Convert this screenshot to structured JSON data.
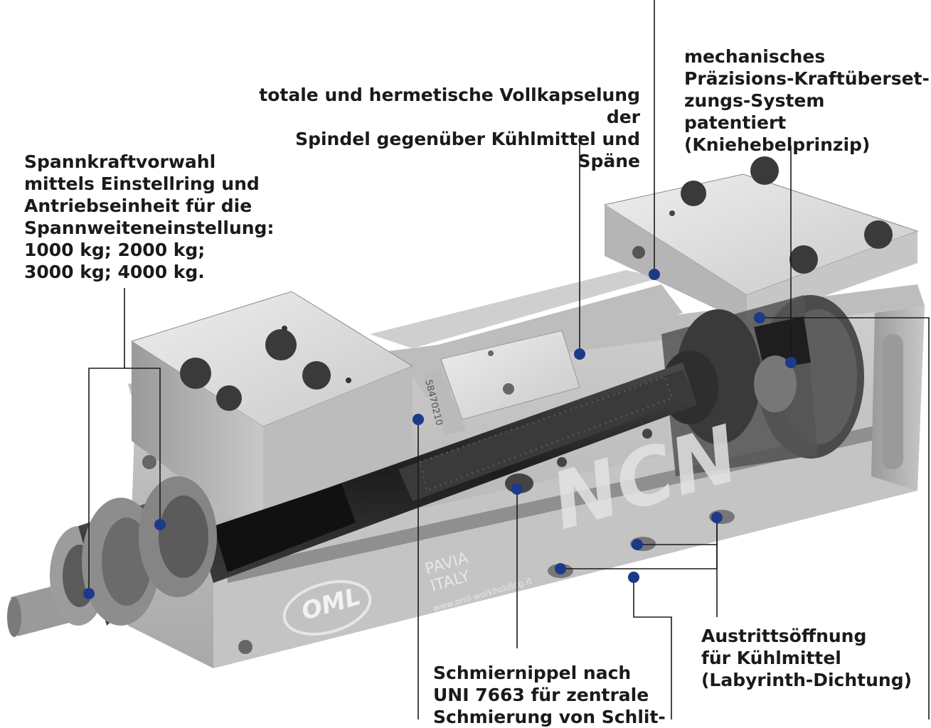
{
  "annotations": {
    "spannkraft": "Spannkraftvorwahl\nmittels Einstellring und\nAntriebseinheit für die\nSpannweiteneinstellung:\n1000 kg; 2000 kg;\n3000 kg; 4000 kg.",
    "vollkapselung": "totale und hermetische Vollkapselung der\nSpindel gegenüber Kühlmittel und Späne",
    "kraftuebersetzung": "mechanisches\nPräzisions-Kraftüberset-\nzungs-System patentiert\n(Kniehebelprinzip)",
    "austritt": "Austrittsöffnung\nfür Kühlmittel\n(Labyrinth-Dichtung)",
    "schmiernippel": "Schmiernippel nach\nUNI 7663 für zentrale\nSchmierung von Schlit-"
  },
  "product_markings": {
    "model": "NCN",
    "city": "PAVIA",
    "country": "ITALY",
    "website": "www.oml-workholding.it",
    "brand": "OML",
    "serial": "58470210"
  },
  "colors": {
    "marker_dot": "#1d3a8a",
    "label_text": "#1a1a1a",
    "steel_light": "#d7d7d7",
    "steel_dark": "#2a2a2a"
  }
}
